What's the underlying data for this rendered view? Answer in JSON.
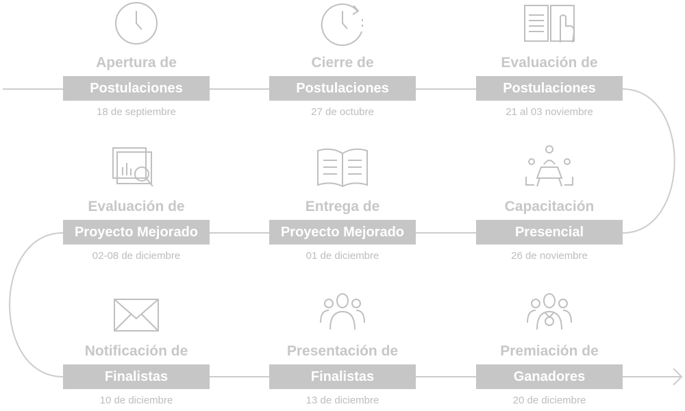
{
  "steps": [
    {
      "title": "Apertura de",
      "box": "Postulaciones",
      "date": "18 de septiembre",
      "icon": "clock-icon"
    },
    {
      "title": "Cierre de",
      "box": "Postulaciones",
      "date": "27 de octubre",
      "icon": "clock-refresh-icon"
    },
    {
      "title": "Evaluación de",
      "box": "Postulaciones",
      "date": "21 al 03 noviembre",
      "icon": "book-hand-icon"
    },
    {
      "title": "Capacitación",
      "box": "Presencial",
      "date": "26 de noviembre",
      "icon": "meeting-table-icon"
    },
    {
      "title": "Entrega de",
      "box": "Proyecto Mejorado",
      "date": "01 de diciembre",
      "icon": "open-book-icon"
    },
    {
      "title": "Evaluación de",
      "box": "Proyecto Mejorado",
      "date": "02-08 de diciembre",
      "icon": "report-magnifier-icon"
    },
    {
      "title": "Notificación de",
      "box": "Finalistas",
      "date": "10 de diciembre",
      "icon": "envelope-icon"
    },
    {
      "title": "Presentación de",
      "box": "Finalistas",
      "date": "13 de diciembre",
      "icon": "group-icon"
    },
    {
      "title": "Premiación de",
      "box": "Ganadores",
      "date": "20 de diciembre",
      "icon": "group-medal-icon"
    }
  ],
  "colors": {
    "box": "#c6c6c6",
    "title": "#c7c7c7",
    "line": "#cccccc",
    "icon": "#bfbfbf"
  }
}
